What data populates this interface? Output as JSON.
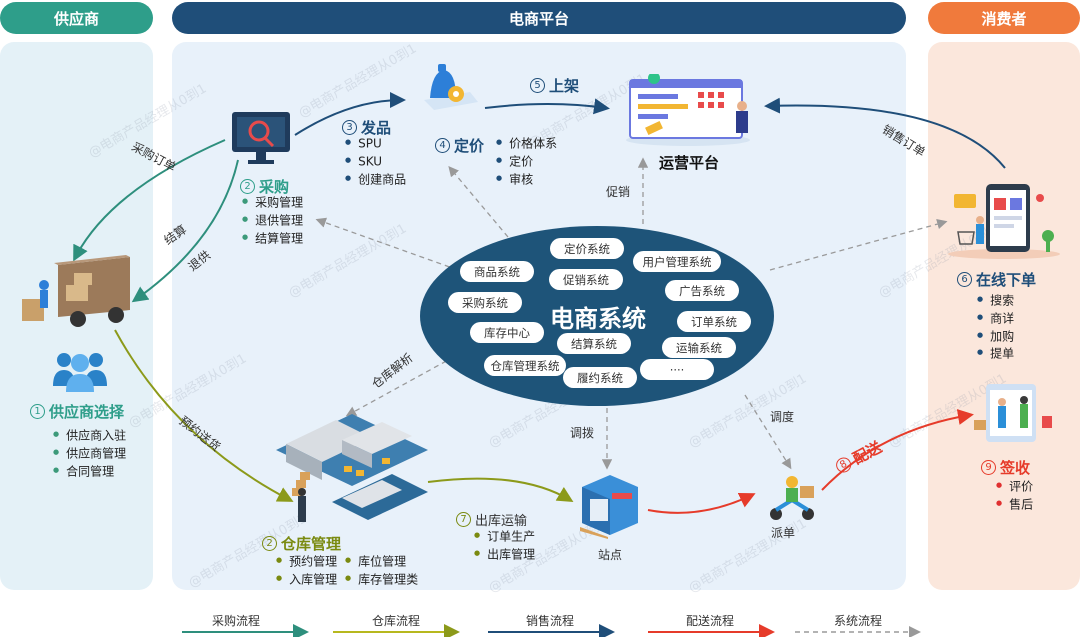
{
  "headers": {
    "supplier": "供应商",
    "platform": "电商平台",
    "consumer": "消费者"
  },
  "colors": {
    "supplier": "#2e9e8a",
    "platform": "#1f4e79",
    "consumer": "#f07a3c",
    "purchase_flow": "#2e8f7d",
    "warehouse_flow": "#b7b81e",
    "sales_flow": "#1f4e79",
    "delivery_flow": "#e63b2a",
    "system_flow": "#8a8a8a"
  },
  "supplier_select": {
    "num": "1",
    "title": "供应商选择",
    "items": [
      "供应商入驻",
      "供应商管理",
      "合同管理"
    ]
  },
  "purchase": {
    "num": "2",
    "title": "采购",
    "items": [
      "采购管理",
      "退供管理",
      "结算管理"
    ]
  },
  "shipping": {
    "num": "3",
    "title": "发品",
    "items": [
      "SPU",
      "SKU",
      "创建商品"
    ]
  },
  "pricing": {
    "num": "4",
    "title": "定价",
    "items": [
      "价格体系",
      "定价",
      "审核"
    ]
  },
  "listing": {
    "num": "5",
    "title": "上架"
  },
  "operations": {
    "title": "运营平台"
  },
  "online_order": {
    "num": "6",
    "title": "在线下单",
    "items": [
      "搜索",
      "商详",
      "加购",
      "提单"
    ]
  },
  "outbound": {
    "num": "7",
    "title": "出库运输",
    "items": [
      "订单生产",
      "出库管理"
    ]
  },
  "delivery": {
    "num": "8",
    "title": "配送"
  },
  "receipt": {
    "num": "9",
    "title": "签收",
    "items": [
      "评价",
      "售后"
    ]
  },
  "warehouse": {
    "num": "2",
    "title": "仓库管理",
    "items_left": [
      "预约管理",
      "入库管理"
    ],
    "items_right": [
      "库位管理",
      "库存管理类"
    ]
  },
  "ecommerce_system": {
    "title": "电商系统",
    "modules": [
      "定价系统",
      "用户管理系统",
      "商品系统",
      "促销系统",
      "广告系统",
      "采购系统",
      "订单系统",
      "库存中心",
      "结算系统",
      "运输系统",
      "仓库管理系统",
      "履约系统",
      "····"
    ]
  },
  "edge_labels": {
    "purchase_order": "采购订单",
    "settle": "结算",
    "return": "退供",
    "promotion": "促销",
    "sales_order": "销售订单",
    "warehouse_parse": "仓库解析",
    "appointment": "预约送货",
    "transfer": "调拨",
    "dispatch_sched": "调度",
    "station": "站点",
    "dispatch": "派单"
  },
  "legend": [
    "采购流程",
    "仓库流程",
    "销售流程",
    "配送流程",
    "系统流程"
  ],
  "icons": [
    "monitor-search-icon",
    "truck-icon",
    "supplier-people-icon",
    "pricing-bag-icon",
    "operations-screen-icon",
    "shopping-phone-icon",
    "warehouse-icon",
    "station-icon",
    "courier-icon",
    "receipt-phone-icon"
  ]
}
